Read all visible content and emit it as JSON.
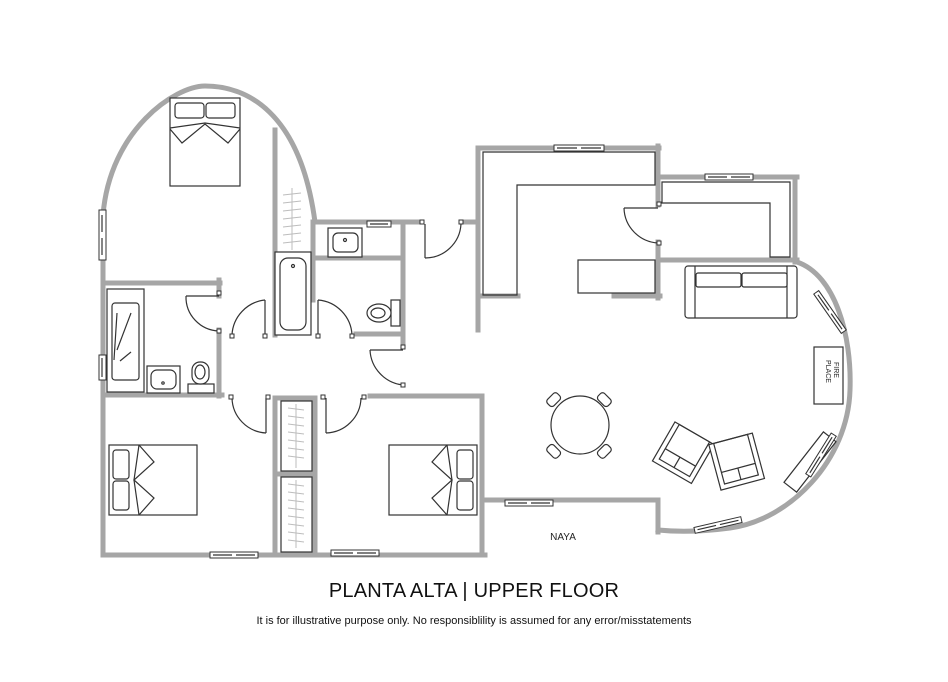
{
  "plan": {
    "title": "PLANTA ALTA | UPPER FLOOR",
    "disclaimer": "It is for illustrative purpose only. No responsiblility is assumed for any error/misstatements",
    "labels": {
      "naya": "NAYA",
      "fireplace_line1": "FIRE",
      "fireplace_line2": "PLACE"
    },
    "rooms": [
      {
        "name": "master-bedroom",
        "furniture": [
          "double-bed",
          "wardrobe"
        ]
      },
      {
        "name": "bathroom-1",
        "furniture": [
          "shower",
          "sink",
          "toilet"
        ]
      },
      {
        "name": "bathroom-2",
        "furniture": [
          "bathtub",
          "sink",
          "toilet"
        ]
      },
      {
        "name": "bedroom-2",
        "furniture": [
          "double-bed"
        ]
      },
      {
        "name": "bedroom-3",
        "furniture": [
          "double-bed"
        ]
      },
      {
        "name": "kitchen",
        "furniture": [
          "l-counter",
          "island"
        ]
      },
      {
        "name": "living-dining",
        "furniture": [
          "sofa",
          "armchair",
          "armchair",
          "dining-table",
          "fireplace"
        ]
      },
      {
        "name": "naya",
        "furniture": []
      }
    ],
    "colors": {
      "wall": "#a6a6a6",
      "line": "#333333",
      "background": "#ffffff"
    }
  }
}
